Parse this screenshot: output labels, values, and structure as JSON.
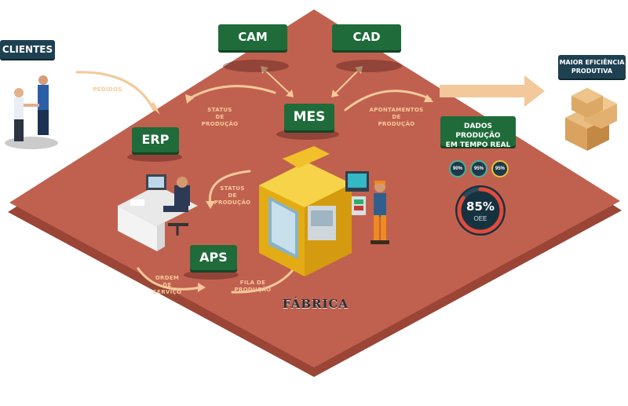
{
  "clients": {
    "label": "CLIENTES"
  },
  "systems": {
    "cam": "CAM",
    "cad": "CAD",
    "mes": "MES",
    "erp": "ERP",
    "aps": "APS"
  },
  "flows": {
    "pedidos": "PEDIDOS",
    "status_top": [
      "STATUS",
      "DE",
      "PRODUÇÃO"
    ],
    "status_mid": [
      "STATUS",
      "DE",
      "PRODUÇÃO"
    ],
    "apontamentos": [
      "APONTAMENTOS",
      "DE",
      "PRODUÇÃO"
    ],
    "ordem": [
      "ORDEM",
      "DE",
      "SERVIÇO"
    ],
    "fila": [
      "FILA DE",
      "PRODUÇÃO"
    ]
  },
  "factory": {
    "label": "FÁBRICA"
  },
  "realtime": {
    "title_line1": "DADOS PRODUÇÃO",
    "title_line2": "EM TEMPO REAL",
    "small_gauges": [
      {
        "value": "90%",
        "fraction": 0.9
      },
      {
        "value": "95%",
        "fraction": 0.95
      },
      {
        "value": "95%",
        "fraction": 0.95
      }
    ],
    "oee": {
      "value": "85%",
      "label": "OEE",
      "fraction": 0.85
    }
  },
  "efficiency": {
    "line1": "MAIOR EFICIÊNCIA",
    "line2": "PRODUTIVA"
  },
  "colors": {
    "floor": "#c0614f",
    "floor_edge": "#9a4536",
    "sign_green": "#1f6b3a",
    "sign_dark": "#1e4152",
    "arrow": "#f3c89a",
    "machine": "#f2c21b"
  }
}
